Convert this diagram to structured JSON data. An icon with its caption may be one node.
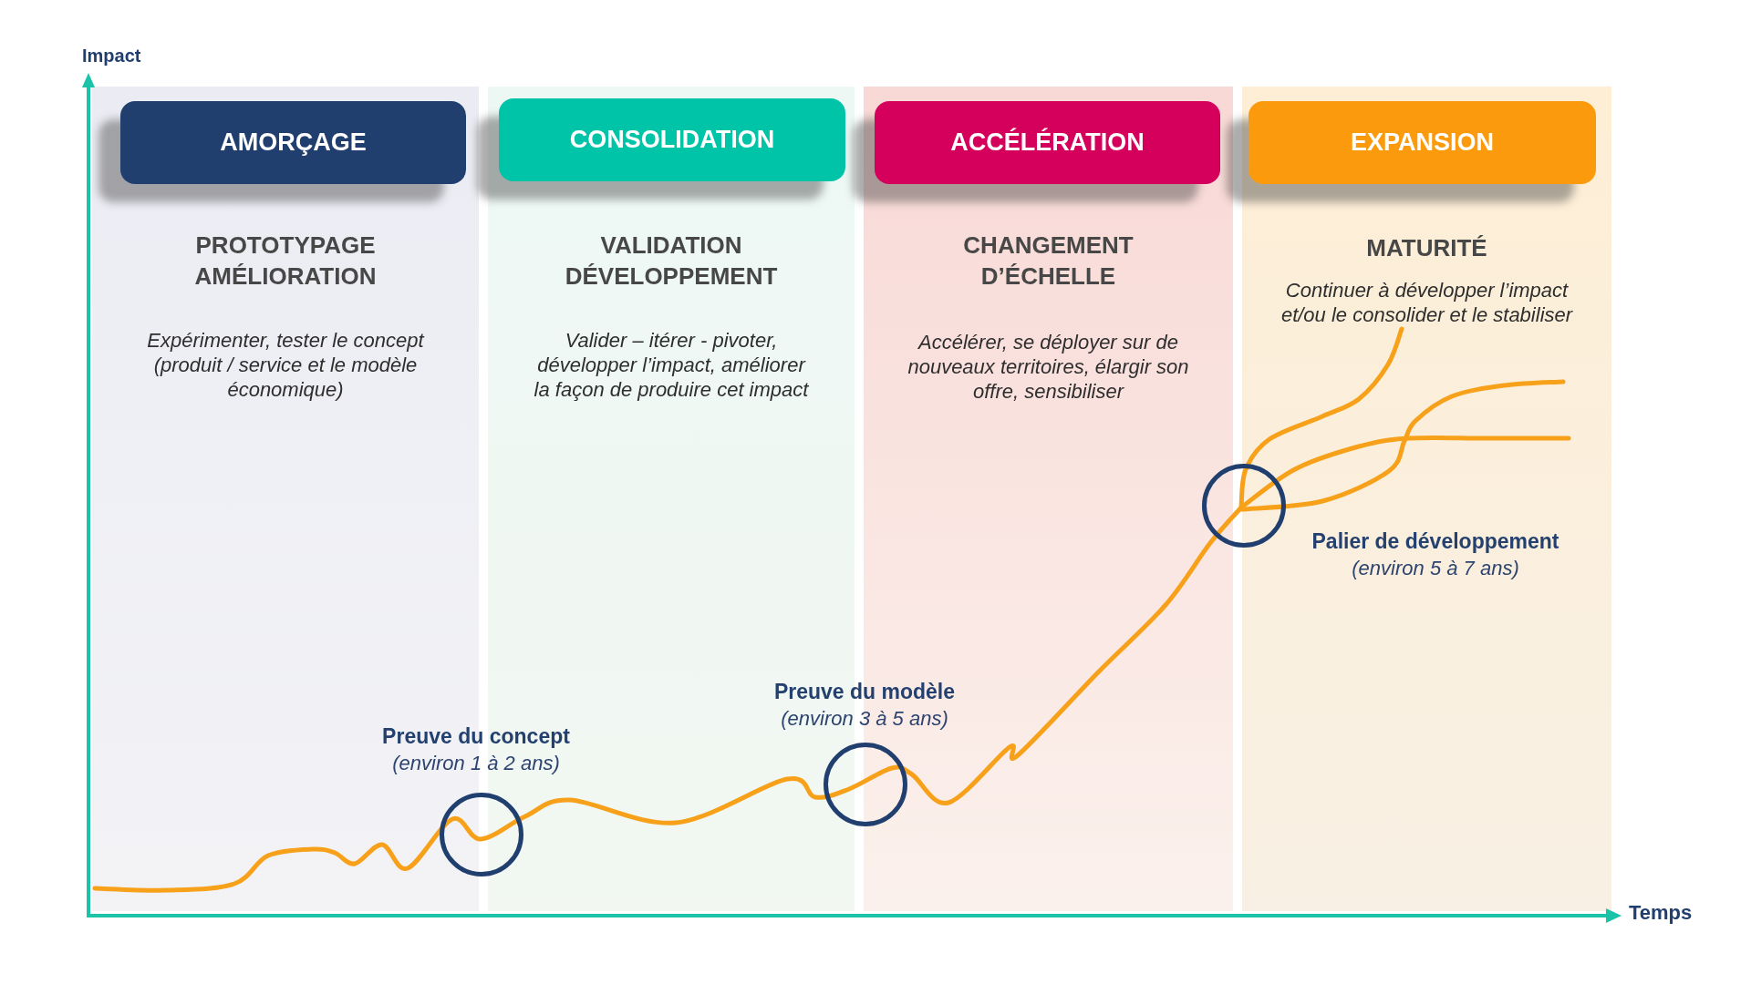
{
  "diagram": {
    "nodes": [
      {
        "text": [
          "PROTOTYPAGE AMÉLIORATION",
          "Expérimenter, tester le concept (produit / service et le modèle économique)"
        ]
      },
      {
        "text": [
          "AMORÇAGE"
        ],
        "in": 0
      },
      {
        "text": [
          "VALIDATION DÉVELOPPEMENT",
          "Valider – itérer - pivoter, développer l’impact, améliorer la façon de produire cet impact"
        ]
      },
      {
        "text": [
          "CONSOLIDATION"
        ],
        "in": 2
      },
      {
        "text": [
          "CHANGEMENT D’ÉCHELLE",
          "Accélérer, se déployer sur de nouveaux territoires, élargir son offre, sensibiliser"
        ]
      },
      {
        "text": [
          "ACCÉLÉRATION"
        ],
        "in": 4
      },
      {
        "text": [
          "MATURITÉ",
          "Continuer à développer l’impact et/ou le consolider et le stabiliser"
        ]
      },
      {
        "text": [
          "EXPANSION"
        ],
        "in": 6
      },
      {
        "text": [],
        "shape": "circle",
        "beside": [
          "Preuve du concept",
          "(environ 1 à 2 ans)"
        ]
      },
      {
        "text": [],
        "shape": "circle",
        "beside": [
          "Preuve du modèle",
          "(environ 3 à 5 ans)"
        ]
      },
      {
        "text": [],
        "shape": "circle",
        "beside": [
          "Palier de développement",
          "(environ 5 à 7 ans)"
        ]
      }
    ],
    "labels": [
      "Impact",
      "Temps"
    ]
  }
}
